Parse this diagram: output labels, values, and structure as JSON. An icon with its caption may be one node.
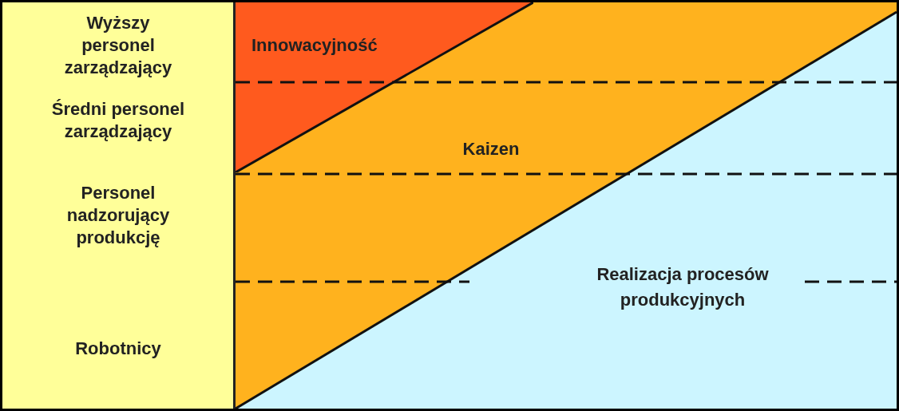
{
  "diagram": {
    "nodes": [
      {
        "text": [
          "Innowacyjność"
        ]
      },
      {
        "text": [
          "Kaizen"
        ]
      },
      {
        "text": [
          "Realizacja procesów produkcyjnych"
        ]
      }
    ],
    "labels": [
      "Wyższy personel zarządzający",
      "Średni personel zarządzający",
      "Personel nadzorujący produkcję",
      "Robotnicy"
    ]
  }
}
